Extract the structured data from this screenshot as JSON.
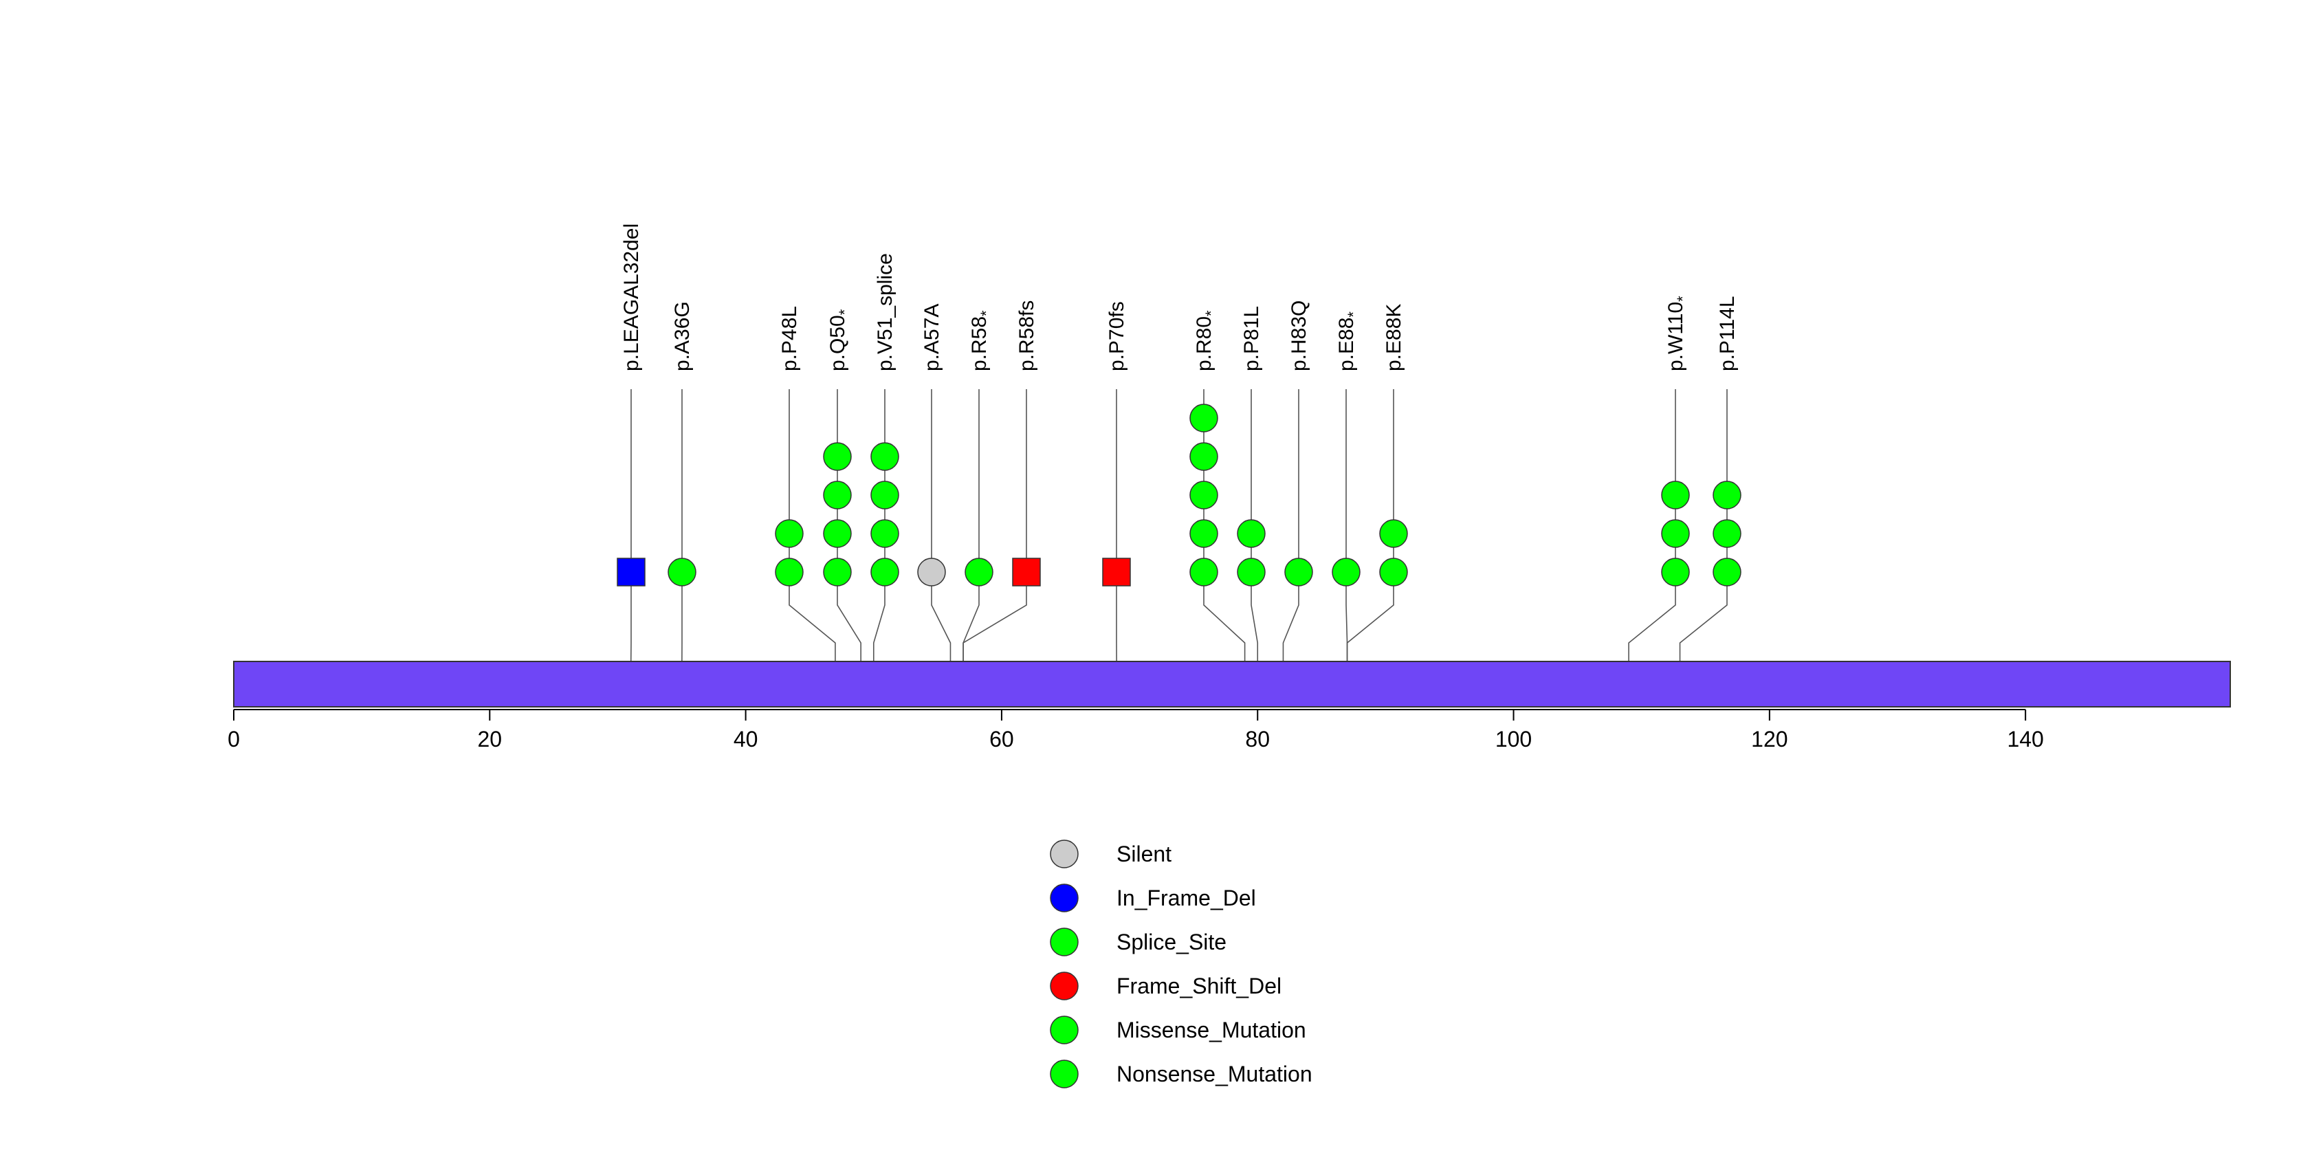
{
  "chart_data": {
    "type": "lollipop",
    "x_ticks": [
      0,
      20,
      40,
      60,
      80,
      100,
      120,
      140
    ],
    "xlim": [
      0,
      156
    ],
    "protein_length": 156,
    "domain_color": "#6F46F6",
    "mutations": [
      {
        "label": "p.LEAGAL32del",
        "star": false,
        "position": 31,
        "count": 1,
        "type": "In_Frame_Del"
      },
      {
        "label": "p.A36G",
        "star": false,
        "position": 35,
        "count": 1,
        "type": "Missense_Mutation"
      },
      {
        "label": "p.P48L",
        "star": false,
        "position": 47,
        "count": 2,
        "type": "Missense_Mutation"
      },
      {
        "label": "p.Q50",
        "star": true,
        "position": 49,
        "count": 4,
        "type": "Nonsense_Mutation"
      },
      {
        "label": "p.V51_splice",
        "star": false,
        "position": 50,
        "count": 4,
        "type": "Splice_Site"
      },
      {
        "label": "p.A57A",
        "star": false,
        "position": 56,
        "count": 1,
        "type": "Silent"
      },
      {
        "label": "p.R58",
        "star": true,
        "position": 57,
        "count": 1,
        "type": "Nonsense_Mutation"
      },
      {
        "label": "p.R58fs",
        "star": false,
        "position": 57,
        "count": 1,
        "type": "Frame_Shift_Del"
      },
      {
        "label": "p.P70fs",
        "star": false,
        "position": 69,
        "count": 1,
        "type": "Frame_Shift_Del"
      },
      {
        "label": "p.R80",
        "star": true,
        "position": 79,
        "count": 5,
        "type": "Nonsense_Mutation"
      },
      {
        "label": "p.P81L",
        "star": false,
        "position": 80,
        "count": 2,
        "type": "Missense_Mutation"
      },
      {
        "label": "p.H83Q",
        "star": false,
        "position": 82,
        "count": 1,
        "type": "Missense_Mutation"
      },
      {
        "label": "p.E88",
        "star": true,
        "position": 87,
        "count": 1,
        "type": "Nonsense_Mutation"
      },
      {
        "label": "p.E88K",
        "star": false,
        "position": 87,
        "count": 2,
        "type": "Missense_Mutation"
      },
      {
        "label": "p.W110",
        "star": true,
        "position": 109,
        "count": 3,
        "type": "Nonsense_Mutation"
      },
      {
        "label": "p.P114L",
        "star": false,
        "position": 113,
        "count": 3,
        "type": "Missense_Mutation"
      }
    ],
    "legend": [
      {
        "label": "Silent",
        "color": "#CCCCCC",
        "shape": "circle"
      },
      {
        "label": "In_Frame_Del",
        "color": "#0000FF",
        "shape": "circle"
      },
      {
        "label": "Splice_Site",
        "color": "#00FF00",
        "shape": "circle"
      },
      {
        "label": "Frame_Shift_Del",
        "color": "#FF0000",
        "shape": "circle"
      },
      {
        "label": "Missense_Mutation",
        "color": "#00FF00",
        "shape": "circle"
      },
      {
        "label": "Nonsense_Mutation",
        "color": "#00FF00",
        "shape": "circle"
      }
    ],
    "type_styles": {
      "Silent": {
        "color": "#CCCCCC",
        "shape": "circle"
      },
      "In_Frame_Del": {
        "color": "#0000FF",
        "shape": "square"
      },
      "Splice_Site": {
        "color": "#00FF00",
        "shape": "circle"
      },
      "Frame_Shift_Del": {
        "color": "#FF0000",
        "shape": "square"
      },
      "Missense_Mutation": {
        "color": "#00FF00",
        "shape": "circle"
      },
      "Nonsense_Mutation": {
        "color": "#00FF00",
        "shape": "circle"
      }
    },
    "star_char": "*"
  }
}
